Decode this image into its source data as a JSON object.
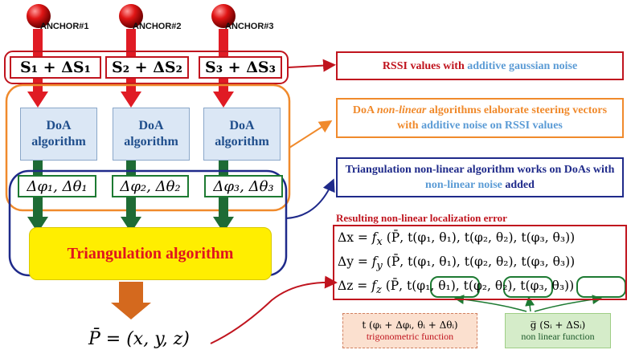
{
  "anchors": [
    {
      "label": "ANCHOR#1"
    },
    {
      "label": "ANCHOR#2"
    },
    {
      "label": "ANCHOR#3"
    }
  ],
  "rssi_terms": [
    "S₁ + ΔS₁",
    "S₂ + ΔS₂",
    "S₃ + ΔS₃"
  ],
  "doa_blocks": [
    {
      "line1": "DoA",
      "line2": "algorithm"
    },
    {
      "line1": "DoA",
      "line2": "algorithm"
    },
    {
      "line1": "DoA",
      "line2": "algorithm"
    }
  ],
  "angle_terms": [
    "Δφ₁, Δθ₁",
    "Δφ₂, Δθ₂",
    "Δφ₃, Δθ₃"
  ],
  "triangulation_block": "Triangulation algorithm",
  "output_equation": "P̄ = (x, y, z)",
  "callouts": {
    "rssi": {
      "part1": "RSSI values with ",
      "part2": "additive gaussian noise"
    },
    "doa": {
      "part1": "DoA ",
      "italic": "non-linear",
      "part2": " algorithms elaborate steering vectors with ",
      "part3": "additive noise on RSSI values"
    },
    "triangulation": {
      "part1": "Triangulation non-linear algorithm works on DoAs with ",
      "part2": "non-linear noise",
      "part3": " added"
    }
  },
  "error_title": "Resulting non-linear localization error",
  "error_equations": [
    {
      "lhs": "Δx = ",
      "f": "f",
      "sub": "x",
      "args": " (P̄, t(φ₁, θ₁), t(φ₂, θ₂), t(φ₃, θ₃))"
    },
    {
      "lhs": "Δy = ",
      "f": "f",
      "sub": "y",
      "args": " (P̄, t(φ₁, θ₁), t(φ₂, θ₂), t(φ₃, θ₃))"
    },
    {
      "lhs": "Δz = ",
      "f": "f",
      "sub": "z",
      "args": " (P̄, t(φ₁, θ₁), t(φ₂, θ₂), t(φ₃, θ₃))"
    }
  ],
  "legend": {
    "trig": {
      "formula": "t (φᵢ + Δφᵢ, θᵢ + Δθᵢ)",
      "caption": "trigonometric function"
    },
    "nonlinear": {
      "formula": "g̅ (Sᵢ + ΔSᵢ)",
      "caption": "non linear function"
    }
  },
  "colors": {
    "red": "#c0141e",
    "orange": "#f08a2c",
    "navy": "#1f2a8a",
    "green": "#1d7a32",
    "yellow": "#ffee00",
    "blue_text": "#5b9bd5",
    "light_blue": "#dbe7f5"
  }
}
